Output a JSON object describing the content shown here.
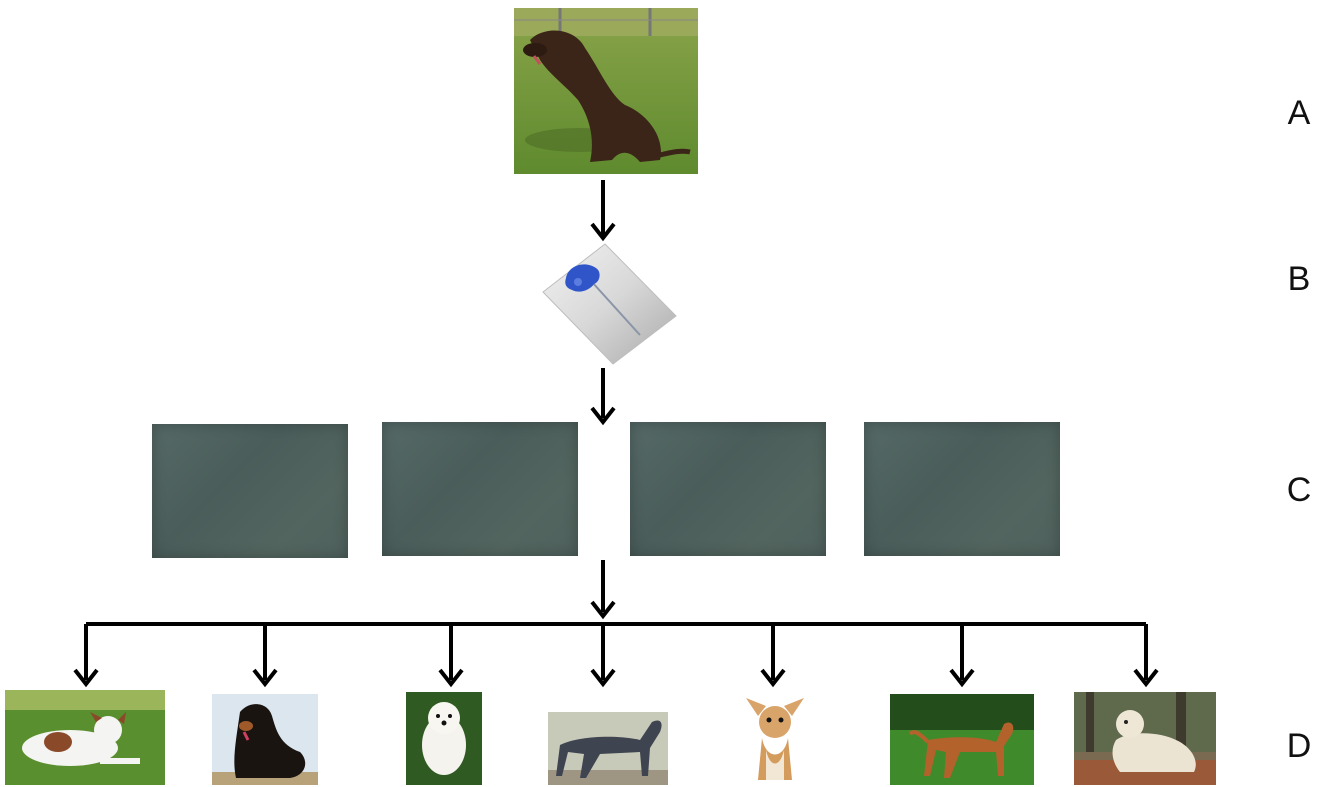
{
  "labels": {
    "a": "A",
    "b": "B",
    "c": "C",
    "d": "D"
  },
  "colors": {
    "arrow": "#000000",
    "swab": "#2f55c8",
    "gel": "#4f625e",
    "grass": "#6f9a3a"
  }
}
